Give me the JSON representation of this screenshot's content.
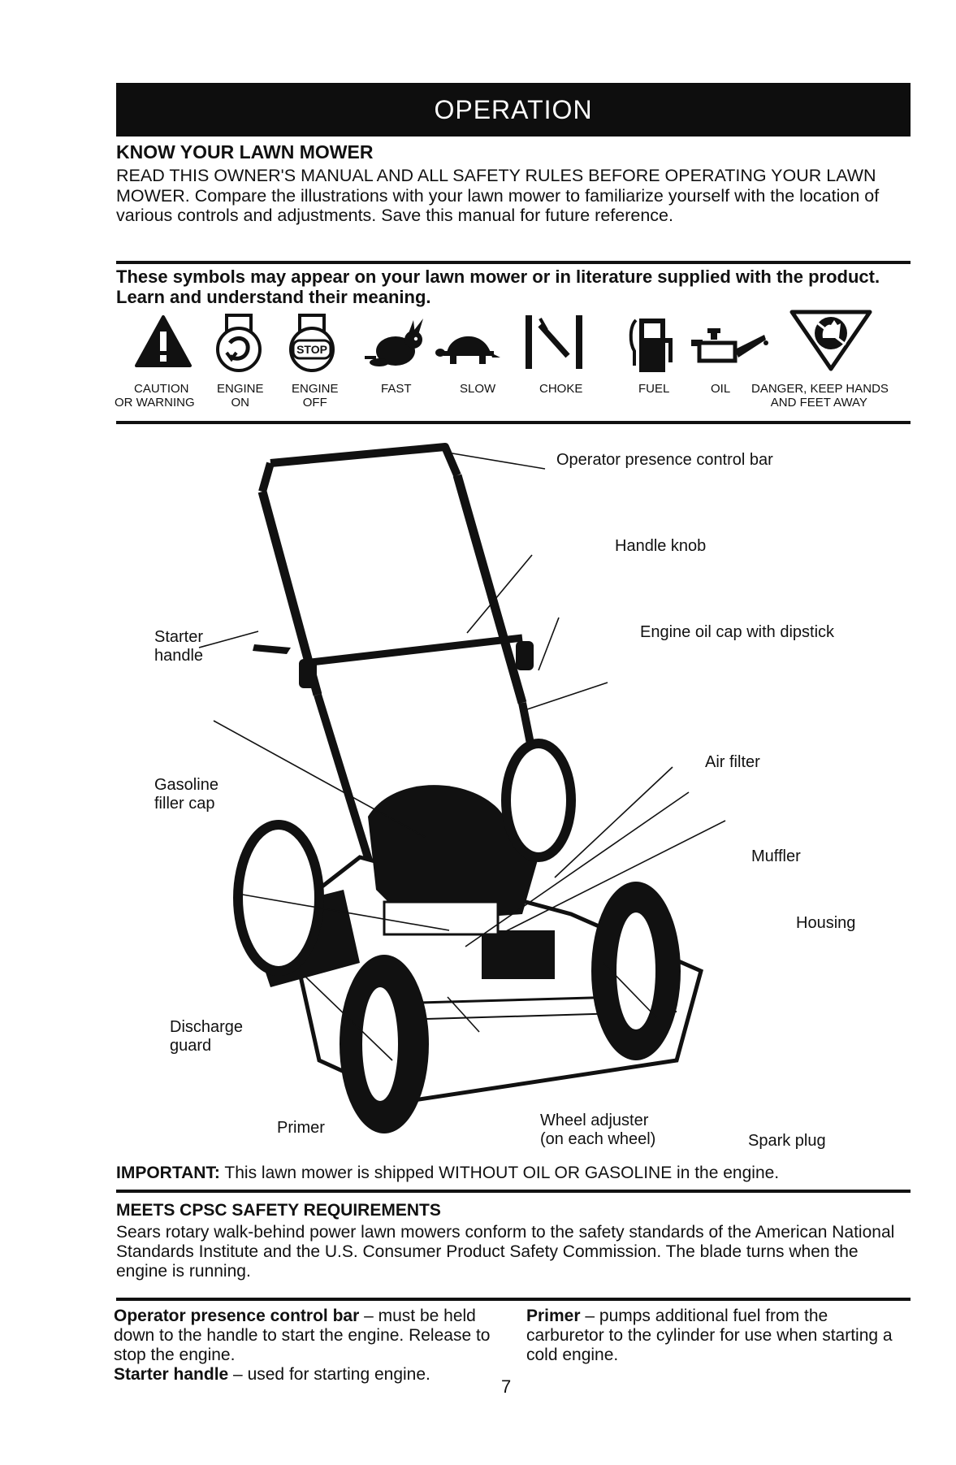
{
  "banner": "OPERATION",
  "know": {
    "title": "KNOW YOUR LAWN MOWER",
    "body": "READ THIS OWNER'S MANUAL AND ALL SAFETY RULES BEFORE OPERATING YOUR LAWN MOWER. Compare the illustrations with your lawn mower to familiarize yourself with the location of various controls and adjustments. Save this manual for future reference."
  },
  "symbols": {
    "heading": "These symbols may appear on your lawn mower or in literature supplied with the product. Learn and understand their meaning.",
    "stop_text": "STOP",
    "items": [
      {
        "l1": "CAUTION",
        "l2": "OR WARNING",
        "icon": "warning-triangle-icon"
      },
      {
        "l1": "ENGINE",
        "l2": "ON",
        "icon": "engine-on-icon"
      },
      {
        "l1": "ENGINE",
        "l2": "OFF",
        "icon": "engine-off-icon"
      },
      {
        "l1": "FAST",
        "l2": "",
        "icon": "rabbit-icon"
      },
      {
        "l1": "SLOW",
        "l2": "",
        "icon": "turtle-icon"
      },
      {
        "l1": "CHOKE",
        "l2": "",
        "icon": "choke-icon"
      },
      {
        "l1": "FUEL",
        "l2": "",
        "icon": "fuel-pump-icon"
      },
      {
        "l1": "OIL",
        "l2": "",
        "icon": "oil-can-icon"
      },
      {
        "l1": "DANGER, KEEP HANDS",
        "l2": "AND FEET AWAY",
        "icon": "danger-hand-icon"
      }
    ]
  },
  "diagram": {
    "labels": {
      "operator_bar": "Operator presence control bar",
      "handle_knob": "Handle knob",
      "starter_1": "Starter",
      "starter_2": "handle",
      "oil_cap": "Engine oil cap with dipstick",
      "air_filter": "Air filter",
      "gas_1": "Gasoline",
      "gas_2": "filler cap",
      "muffler": "Muffler",
      "housing": "Housing",
      "discharge_1": "Discharge",
      "discharge_2": "guard",
      "primer": "Primer",
      "wheel_1": "Wheel adjuster",
      "wheel_2": "(on each wheel)",
      "spark": "Spark plug"
    }
  },
  "important": {
    "lead": "IMPORTANT:",
    "text": " This lawn mower is shipped WITHOUT OIL OR GASOLINE in the engine."
  },
  "cpsc": {
    "title": "MEETS CPSC SAFETY REQUIREMENTS",
    "body": "Sears rotary walk-behind power lawn mowers conform to the safety standards of the American National Standards Institute and the U.S. Consumer Product Safety Commission. The blade turns when the engine is running."
  },
  "definitions": {
    "opc_term": "Operator presence control bar",
    "opc_text": " – must be held down to the handle to start the engine. Release to stop the engine.",
    "starter_term": "Starter handle",
    "starter_text": " – used for starting engine.",
    "primer_term": "Primer",
    "primer_text": " – pumps additional fuel from the carburetor to the cylinder for use when starting a cold engine."
  },
  "page_number": "7"
}
